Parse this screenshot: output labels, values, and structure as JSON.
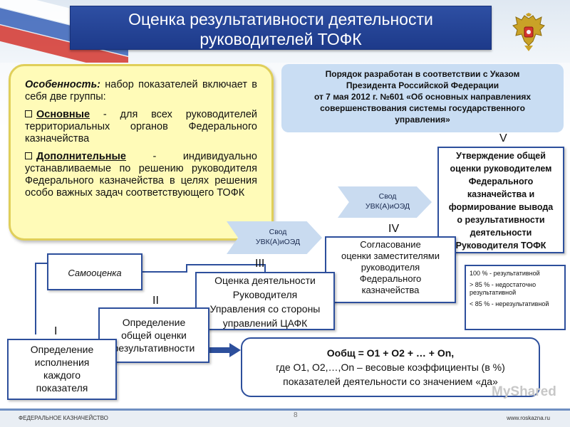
{
  "title": {
    "line1": "Оценка результативности деятельности",
    "line2": "руководителей ТОФК"
  },
  "features": {
    "intro_bold": "Особенность:",
    "intro_rest": " набор показателей включает в себя две группы:",
    "basic_label": "Основные",
    "basic_dash": " - ",
    "basic_text": "для всех руководителей территориальных органов Федерального казначейства",
    "extra_label": "Дополнительные",
    "extra_dash": " - ",
    "extra_text": "индивидуально устанавливаемые по решению руководителя Федерального казначейства в целях решения особо важных задач соответствующего ТОФК"
  },
  "decree": {
    "line1": "Порядок разработан в соответствии с Указом",
    "line2": "Президента  Российской Федерации",
    "line3": "от 7 мая 2012 г. №601 «Об основных направлениях",
    "line4": "совершенствования системы государственного",
    "line5": "управления»"
  },
  "steps": {
    "s1": {
      "num": "I",
      "l1": "Определение",
      "l2": "исполнения",
      "l3": "каждого",
      "l4": "показателя"
    },
    "s2": {
      "num": "II",
      "l1": "Определение",
      "l2": "общей оценки",
      "l3": "результативности"
    },
    "s3": {
      "num": "III",
      "l1": "Оценка деятельности",
      "l2": "Руководителя",
      "l3": "Управления со стороны",
      "l4": "управлений ЦАФК"
    },
    "s4": {
      "num": "IV",
      "l1": "Согласование",
      "l2": "оценки заместителями",
      "l3": "руководителя",
      "l4": "Федерального",
      "l5": "казначейства"
    },
    "s5": {
      "num": "V",
      "l1": "Утверждение общей",
      "l2": "оценки руководителем",
      "l3": "Федерального",
      "l4": "казначейства и",
      "l5": "формирование вывода",
      "l6": "о результативности",
      "l7": "деятельности",
      "l8": "Руководителя ТОФК"
    }
  },
  "self_assessment": "Самооценка",
  "svod": {
    "a": {
      "l1": "Свод",
      "l2": "УВК(А)иОЭД"
    },
    "b": {
      "l1": "Свод",
      "l2": "УВК(А)иОЭД"
    }
  },
  "legend": {
    "r1": "100 % - результативной",
    "r2": "> 85 % - недостаточно результативной",
    "r3": "< 85 % - нерезультативной"
  },
  "formula": {
    "f1": "Ообщ = О1 + О2 + … + Оn,",
    "f2": "где О1, О2,…,Оn – весовые коэффициенты  (в %)",
    "f3": "показателей деятельности со значением «да»"
  },
  "footer": {
    "left": "ФЕДЕРАЛЬНОЕ КАЗНАЧЕЙСТВО",
    "right": "www.roskazna.ru",
    "page": "8",
    "watermark": "MyShared"
  },
  "colors": {
    "title_bg": "#1d3a8a",
    "box_border": "#2d4f9c",
    "yellow_bg": "#fffbb8",
    "light_blue": "#c9ddf3"
  }
}
